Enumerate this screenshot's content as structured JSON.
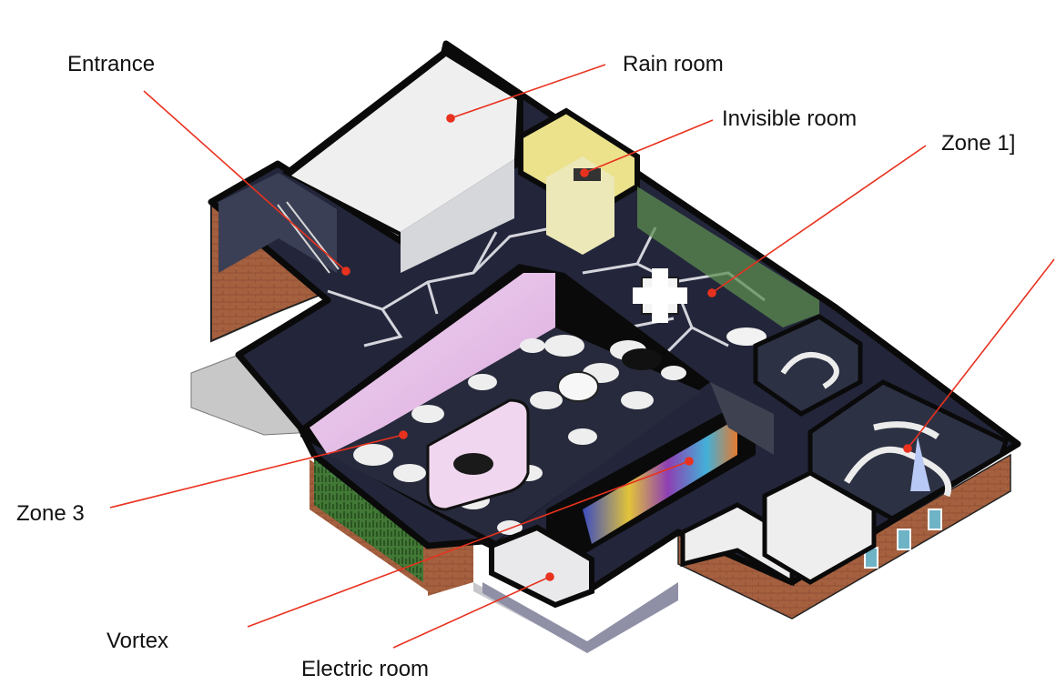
{
  "labels": {
    "entrance": "Entrance",
    "rain_room": "Rain room",
    "invisible_room": "Invisible room",
    "zone1": "Zone 1]",
    "zone3": "Zone 3",
    "vortex": "Vortex",
    "electric_room": "Electric room"
  },
  "colors": {
    "leader": "#e8321f",
    "wall": "#111111",
    "floor": "#23263a",
    "brick": "#a5603f",
    "pink": "#e7bde6",
    "rain_floor": "#efeff0",
    "invisible_glow": "#ece28c",
    "glass": "#4a8a3c"
  }
}
